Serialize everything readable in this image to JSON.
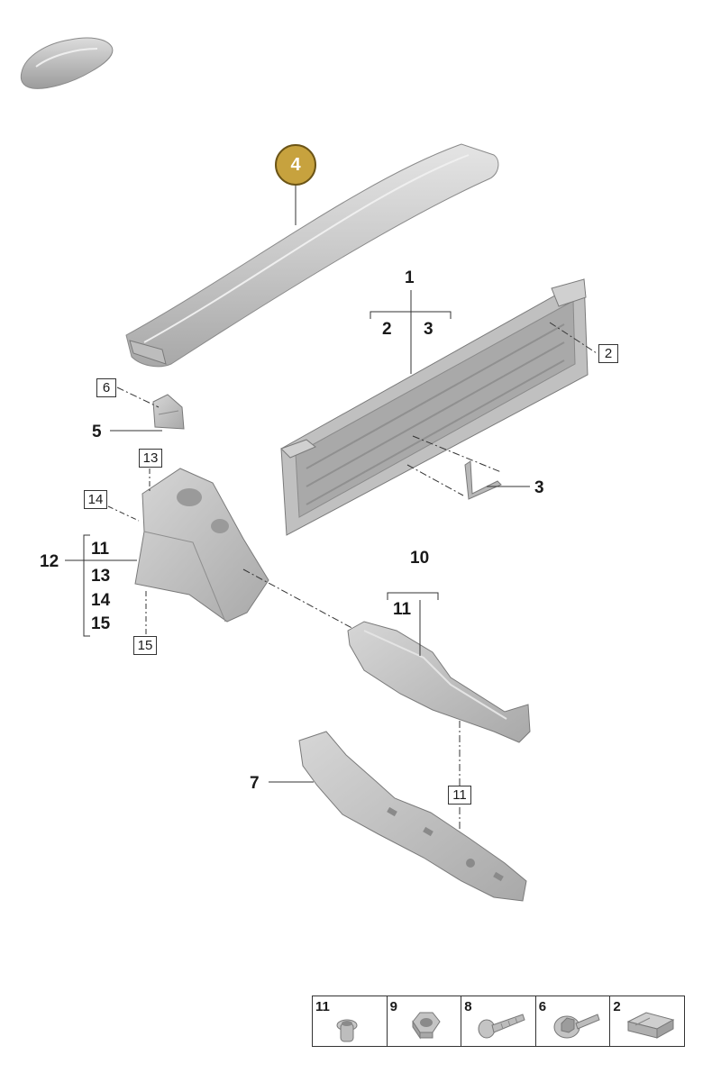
{
  "callouts": {
    "badge": "4",
    "part_1": "1",
    "part_1_sub_a": "2",
    "part_1_sub_b": "3",
    "ref_2": "2",
    "part_3": "3",
    "ref_6": "6",
    "part_5": "5",
    "ref_13": "13",
    "ref_14": "14",
    "part_12": "12",
    "part_12_list": [
      "11",
      "13",
      "14",
      "15"
    ],
    "ref_15": "15",
    "part_10": "10",
    "part_10_sub": "11",
    "ref_11": "11",
    "part_7": "7"
  },
  "legend": {
    "items": [
      {
        "number": "11",
        "icon": "rivet-icon"
      },
      {
        "number": "9",
        "icon": "hex-nut-icon"
      },
      {
        "number": "8",
        "icon": "bolt-icon"
      },
      {
        "number": "6",
        "icon": "flange-bolt-icon"
      },
      {
        "number": "2",
        "icon": "clip-icon"
      }
    ]
  },
  "colors": {
    "badge_fill": "#c7a23e",
    "part_fill": "#c4c4c4",
    "part_dark": "#9a9a9a",
    "line": "#333333"
  }
}
